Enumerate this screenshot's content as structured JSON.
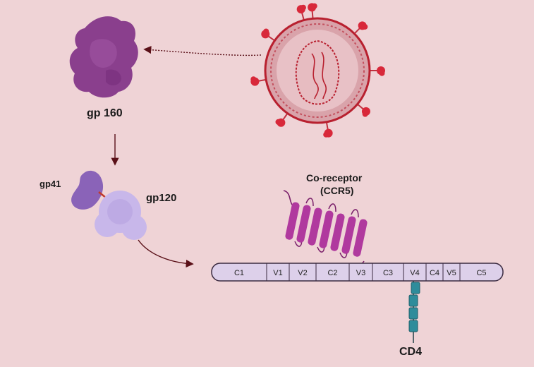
{
  "labels": {
    "gp160": "gp 160",
    "gp41": "gp41",
    "gp120": "gp120",
    "coreceptor_line1": "Co-receptor",
    "coreceptor_line2": "(CCR5)",
    "cd4": "CD4"
  },
  "gp120_regions": [
    "C1",
    "V1",
    "V2",
    "C2",
    "V3",
    "C3",
    "V4",
    "C4",
    "V5",
    "C5"
  ],
  "colors": {
    "background": "#efd3d6",
    "virus_envelope": "#d9a3aa",
    "virus_membrane": "#b8202f",
    "spike_red": "#d8283a",
    "gp160_purple": "#8a3f8d",
    "gp41_purple": "#8a63b8",
    "gp120_lavender": "#c8b7ea",
    "ccr5_magenta": "#b0399e",
    "cd4_teal": "#2f8c9b",
    "bar_fill": "#ddd0ea",
    "arrow": "#5a1018"
  }
}
